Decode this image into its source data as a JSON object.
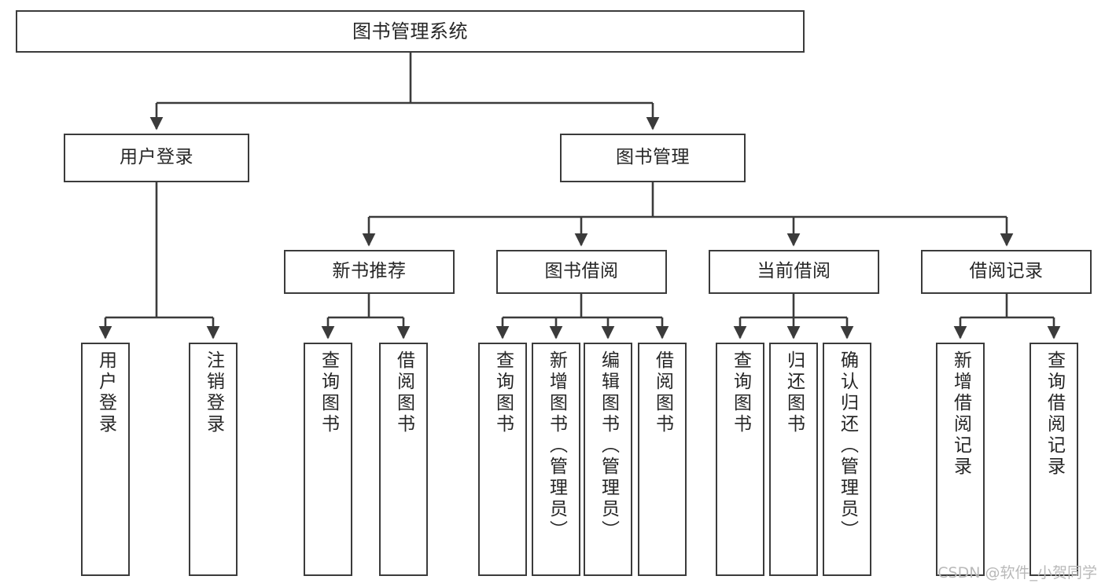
{
  "diagram": {
    "title": "图书管理系统",
    "type": "tree",
    "line_color": "#3b3b3b",
    "box_fill": "#ffffff",
    "text_color": "#262626",
    "levels": [
      {
        "level": 1,
        "nodes": [
          {
            "id": "root",
            "label": "图书管理系统",
            "orientation": "horizontal"
          }
        ]
      },
      {
        "level": 2,
        "nodes": [
          {
            "id": "user-login",
            "label": "用户登录",
            "orientation": "horizontal",
            "parent": "root"
          },
          {
            "id": "book-manage",
            "label": "图书管理",
            "orientation": "horizontal",
            "parent": "root"
          }
        ]
      },
      {
        "level": 3,
        "nodes": [
          {
            "id": "new-book-rec",
            "label": "新书推荐",
            "orientation": "horizontal",
            "parent": "book-manage"
          },
          {
            "id": "book-borrow",
            "label": "图书借阅",
            "orientation": "horizontal",
            "parent": "book-manage"
          },
          {
            "id": "current-borrow",
            "label": "当前借阅",
            "orientation": "horizontal",
            "parent": "book-manage"
          },
          {
            "id": "borrow-record",
            "label": "借阅记录",
            "orientation": "horizontal",
            "parent": "book-manage"
          }
        ]
      },
      {
        "level": 4,
        "nodes": [
          {
            "id": "leaf-user-login",
            "label": "用户登录",
            "orientation": "vertical",
            "parent": "user-login"
          },
          {
            "id": "leaf-logout",
            "label": "注销登录",
            "orientation": "vertical",
            "parent": "user-login"
          },
          {
            "id": "leaf-query-book-1",
            "label": "查询图书",
            "orientation": "vertical",
            "parent": "new-book-rec"
          },
          {
            "id": "leaf-borrow-book-1",
            "label": "借阅图书",
            "orientation": "vertical",
            "parent": "new-book-rec"
          },
          {
            "id": "leaf-query-book-2",
            "label": "查询图书",
            "orientation": "vertical",
            "parent": "book-borrow"
          },
          {
            "id": "leaf-add-book",
            "label": "新增图书（管理员）",
            "orientation": "vertical",
            "parent": "book-borrow"
          },
          {
            "id": "leaf-edit-book",
            "label": "编辑图书（管理员）",
            "orientation": "vertical",
            "parent": "book-borrow"
          },
          {
            "id": "leaf-borrow-book-2",
            "label": "借阅图书",
            "orientation": "vertical",
            "parent": "book-borrow"
          },
          {
            "id": "leaf-query-book-3",
            "label": "查询图书",
            "orientation": "vertical",
            "parent": "current-borrow"
          },
          {
            "id": "leaf-return-book",
            "label": "归还图书",
            "orientation": "vertical",
            "parent": "current-borrow"
          },
          {
            "id": "leaf-confirm-return",
            "label": "确认归还（管理员）",
            "orientation": "vertical",
            "parent": "current-borrow"
          },
          {
            "id": "leaf-add-record",
            "label": "新增借阅记录",
            "orientation": "vertical",
            "parent": "borrow-record"
          },
          {
            "id": "leaf-query-record",
            "label": "查询借阅记录",
            "orientation": "vertical",
            "parent": "borrow-record"
          }
        ]
      }
    ]
  },
  "watermark": {
    "text": "CSDN @软件_小贺同学",
    "color": "#b9b9b9"
  }
}
